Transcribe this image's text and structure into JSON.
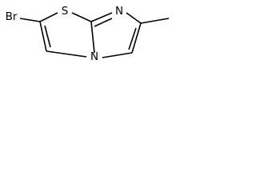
{
  "structure": {
    "atoms": {
      "br": "Br",
      "s": "S",
      "n_top": "N",
      "n_bridge": "N"
    },
    "bond_color": "#000000",
    "label_color": "#000000",
    "background": "#ffffff"
  }
}
